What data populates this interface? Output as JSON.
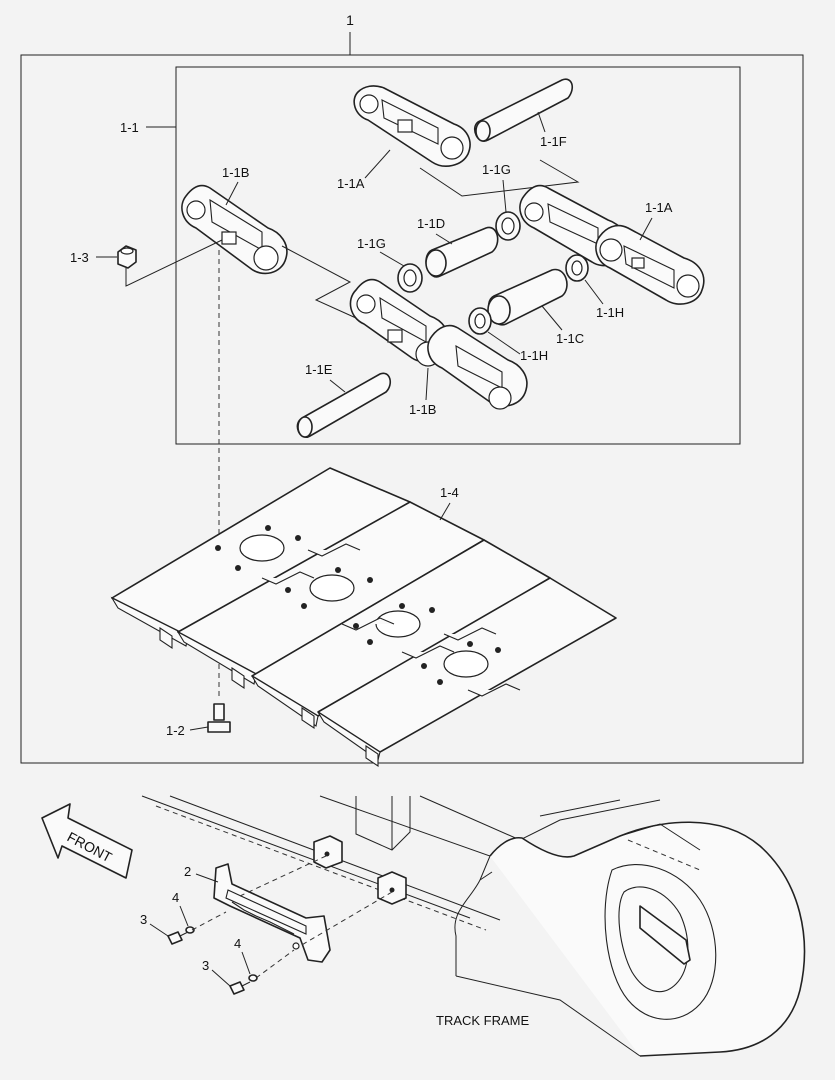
{
  "labels": {
    "top": "1",
    "assy": "1-1",
    "link_a1": "1-1A",
    "link_a2": "1-1A",
    "link_b1": "1-1B",
    "link_b2": "1-1B",
    "bushing_c": "1-1C",
    "bushing_d": "1-1D",
    "pin_e": "1-1E",
    "pin_f": "1-1F",
    "seal_g1": "1-1G",
    "seal_g2": "1-1G",
    "seal_h1": "1-1H",
    "seal_h2": "1-1H",
    "bolt": "1-2",
    "nut": "1-3",
    "shoe": "1-4",
    "guard": "2",
    "bolt3a": "3",
    "bolt3b": "3",
    "washer4a": "4",
    "washer4b": "4",
    "front": "FRONT",
    "track_frame": "TRACK FRAME"
  }
}
